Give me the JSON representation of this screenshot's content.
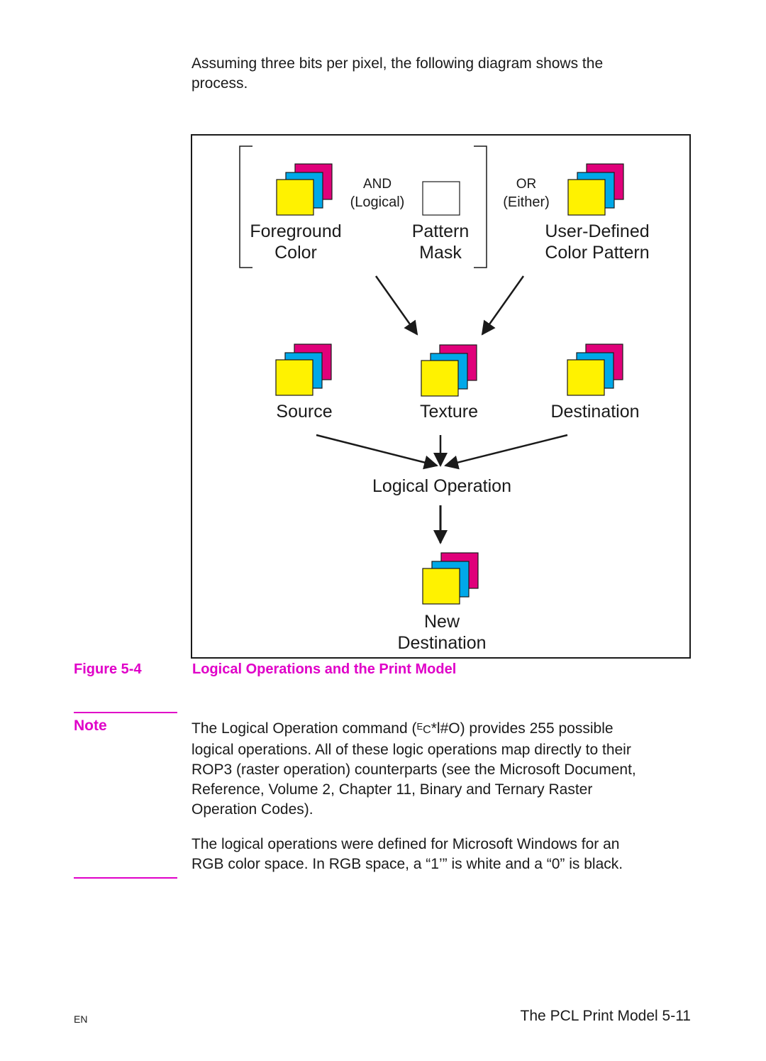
{
  "intro": {
    "line1": "Assuming three bits per pixel, the following diagram shows the",
    "line2": "process."
  },
  "diagram": {
    "and_label": "AND",
    "logical_label": "(Logical)",
    "or_label": "OR",
    "either_label": "(Either)",
    "foreground_line1": "Foreground",
    "foreground_line2": "Color",
    "pattern_line1": "Pattern",
    "pattern_line2": "Mask",
    "userdefined_line1": "User-Defined",
    "userdefined_line2": "Color Pattern",
    "source": "Source",
    "texture": "Texture",
    "destination": "Destination",
    "logical_operation": "Logical Operation",
    "new_line1": "New",
    "new_line2": "Destination"
  },
  "colors": {
    "accent": "#e000c8",
    "magenta": "#e0007a",
    "cyan": "#00a8e8",
    "yellow": "#fff200",
    "line": "#1a1a1a"
  },
  "figure": {
    "number": "Figure 5-4",
    "caption": "Logical Operations and the Print Model"
  },
  "note": {
    "label": "Note",
    "p1_before": "The Logical Operation command (",
    "esc_e": "E",
    "esc_c": "C",
    "p1_cmd": "*l#O) provides 255 possible",
    "p1_line2": "logical operations. All of these logic operations map directly to their",
    "p1_line3": "ROP3 (raster operation) counterparts (see the Microsoft Document,",
    "p1_line4": "Reference, Volume 2, Chapter 11, Binary and Ternary Raster",
    "p1_line5": "Operation Codes).",
    "p2_line1": "The logical operations were defined for Microsoft Windows for an",
    "p2_line2": "RGB color space. In RGB space, a “1’” is white and a “0” is black."
  },
  "footer": {
    "left": "EN",
    "right": "The PCL Print Model 5-11"
  }
}
